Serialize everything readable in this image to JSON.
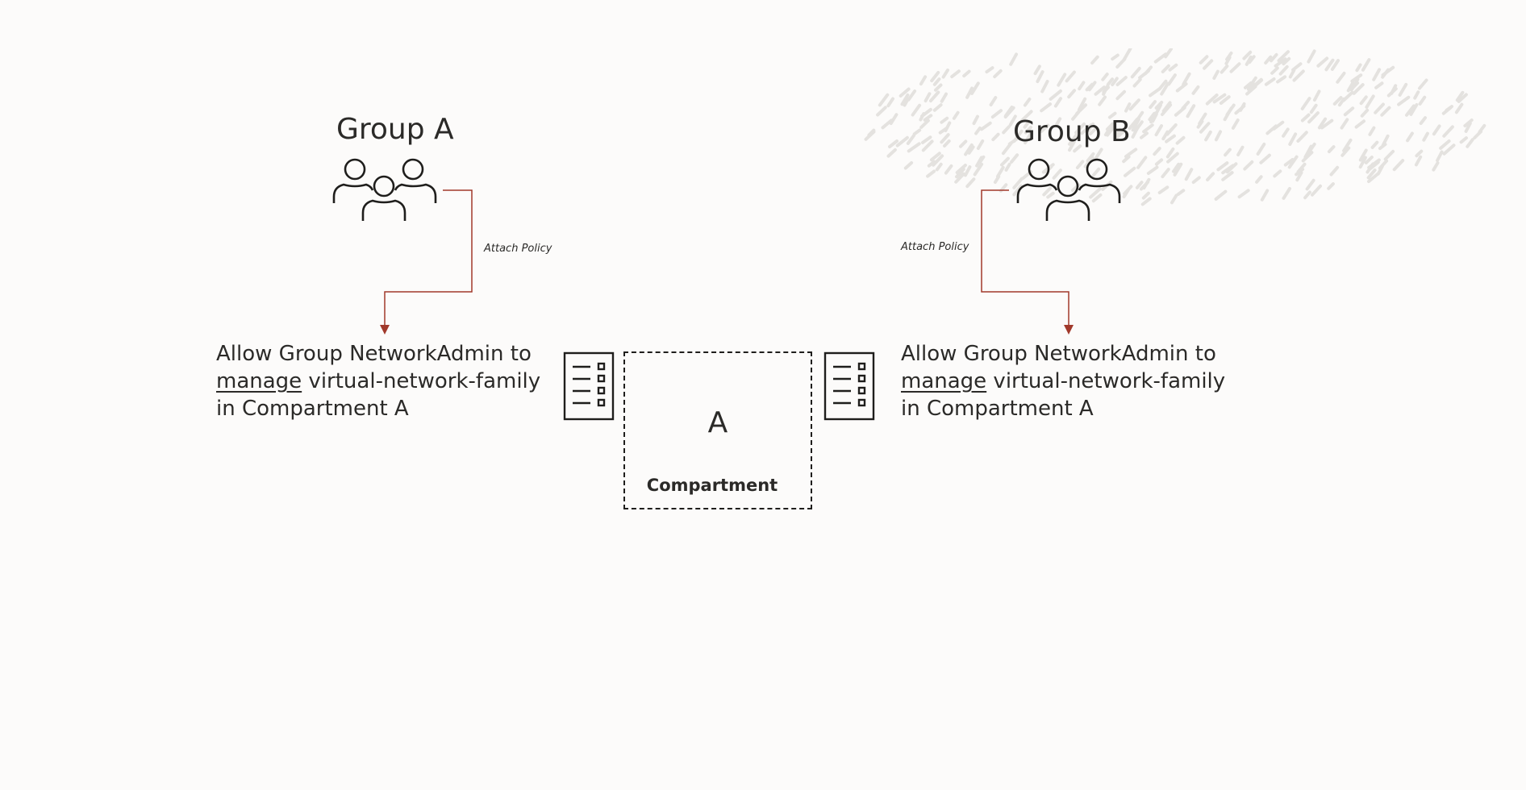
{
  "groups": [
    {
      "title": "Group A",
      "attach_label": "Attach Policy",
      "policy": {
        "line1": "Allow Group NetworkAdmin to",
        "line2_verb": "manage",
        "line2_rest": " virtual-network-family",
        "line3": "in Compartment A"
      }
    },
    {
      "title": "Group B",
      "attach_label": "Attach Policy",
      "policy": {
        "line1": "Allow Group NetworkAdmin to",
        "line2_verb": "manage",
        "line2_rest": " virtual-network-family",
        "line3": "in Compartment A"
      }
    }
  ],
  "compartment": {
    "letter": "A",
    "label": "Compartment"
  },
  "colors": {
    "connector": "#a1392b",
    "text": "#2b2a28",
    "background": "#fcfbfa",
    "decor": "#e4e2df"
  },
  "icons": {
    "group": "people-group-icon",
    "policy": "policy-document-icon"
  }
}
